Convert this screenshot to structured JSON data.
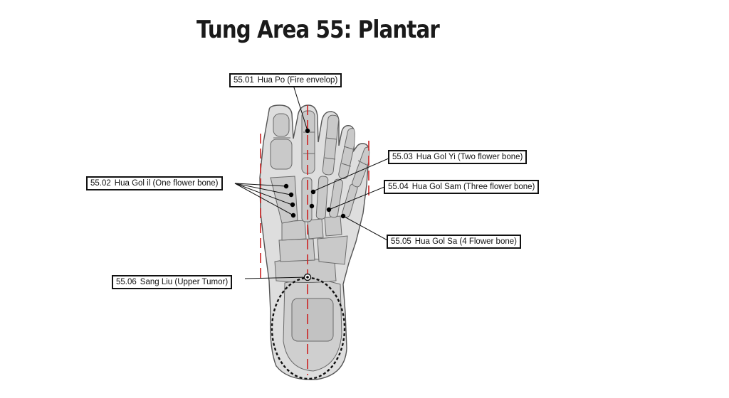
{
  "title": "Tung Area 55: Plantar",
  "points": [
    {
      "code": "55.01",
      "name": "Hua Po (Fire envelop)"
    },
    {
      "code": "55.02",
      "name": "Hua Gol il (One flower bone)"
    },
    {
      "code": "55.03",
      "name": "Hua Gol Yi (Two flower bone)"
    },
    {
      "code": "55.04",
      "name": "Hua Gol Sam (Three flower bone)"
    },
    {
      "code": "55.05",
      "name": "Hua Gol Sa (4 Flower bone)"
    },
    {
      "code": "55.06",
      "name": "Sang Liu (Upper Tumor)"
    }
  ],
  "colors": {
    "guide_line": "#cc2222",
    "outline": "#555555",
    "fill": "#d9d9d9",
    "point": "#000000"
  }
}
